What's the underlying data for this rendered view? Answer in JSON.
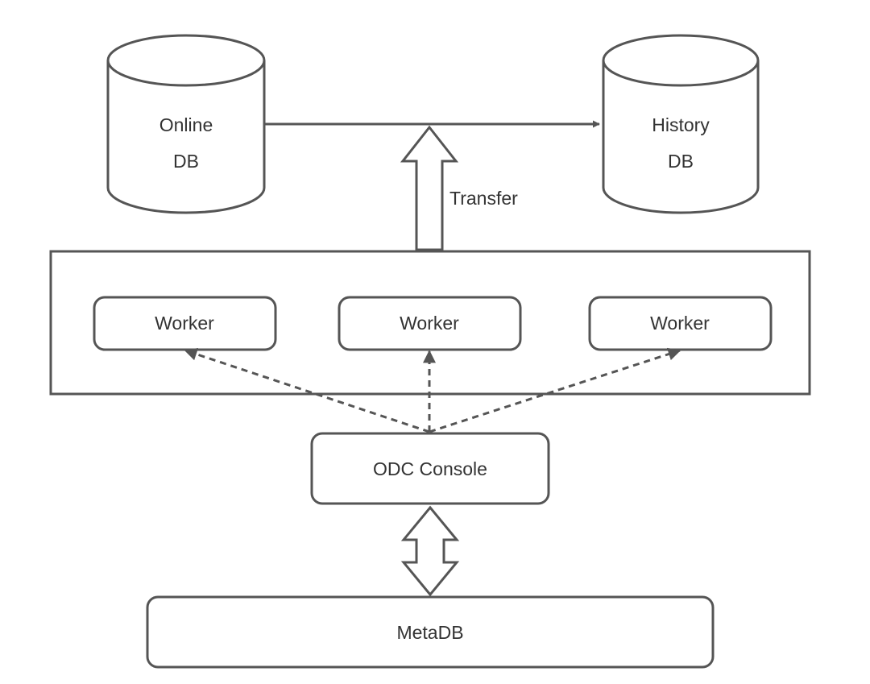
{
  "diagram": {
    "online_db": {
      "line1": "Online",
      "line2": "DB"
    },
    "history_db": {
      "line1": "History",
      "line2": "DB"
    },
    "transfer_label": "Transfer",
    "workers": [
      {
        "label": "Worker"
      },
      {
        "label": "Worker"
      },
      {
        "label": "Worker"
      }
    ],
    "console": {
      "label": "ODC Console"
    },
    "metadb": {
      "label": "MetaDB"
    }
  },
  "colors": {
    "stroke": "#555555",
    "text": "#333333",
    "background": "#ffffff"
  }
}
